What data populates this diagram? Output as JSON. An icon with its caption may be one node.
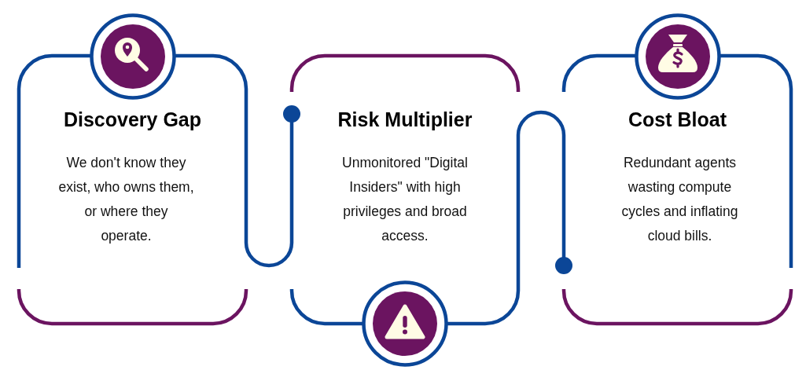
{
  "diagram": {
    "nodes": [
      {
        "text": [
          "Discovery Gap",
          "We don't know they exist, who owns them, or where they operate."
        ]
      },
      {
        "text": [
          "Risk Multiplier",
          "Unmonitored \"Digital Insiders\" with high privileges and broad access."
        ]
      },
      {
        "text": [
          "Cost Bloat",
          "Redundant agents wasting compute cycles and inflating cloud bills."
        ]
      }
    ],
    "edges": [
      {
        "from": 0,
        "to": 1,
        "arrow": "other"
      },
      {
        "from": 1,
        "to": 2,
        "arrow": "other"
      }
    ]
  }
}
